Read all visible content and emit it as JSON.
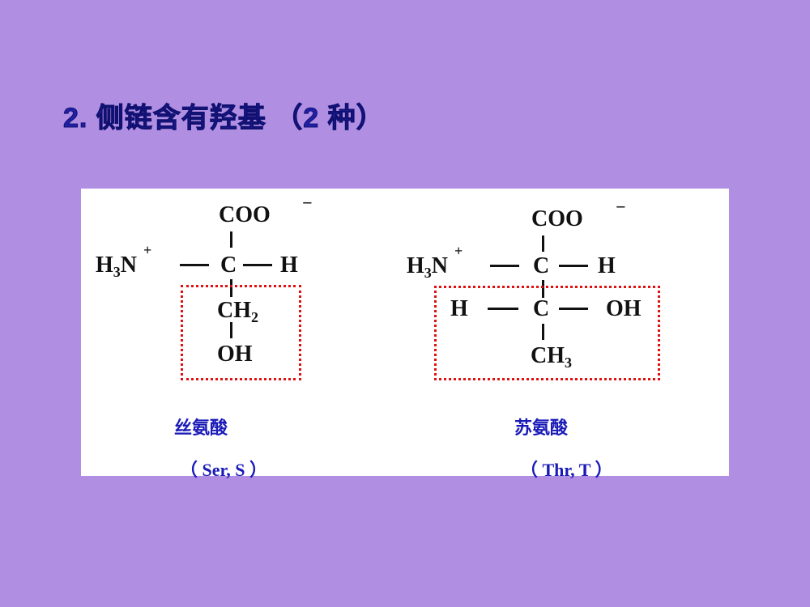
{
  "slide": {
    "title": "2. 侧链含有羟基 （2 种）"
  },
  "molecules": [
    {
      "name": "丝氨酸",
      "abbr": "（ Ser, S ）",
      "top": "COO",
      "top_charge": "−",
      "amine": "H",
      "amine_sub": "3",
      "amine_n": "N",
      "amine_charge": "+",
      "c": "C",
      "h": "H",
      "side1": "CH",
      "side1_sub": "2",
      "side2": "OH"
    },
    {
      "name": "苏氨酸",
      "abbr": "（ Thr, T ）",
      "top": "COO",
      "top_charge": "−",
      "amine": "H",
      "amine_sub": "3",
      "amine_n": "N",
      "amine_charge": "+",
      "c": "C",
      "h": "H",
      "row2_h": "H",
      "row2_c": "C",
      "row2_oh": "OH",
      "side": "CH",
      "side_sub": "3"
    }
  ],
  "colors": {
    "background": "#b08fe3",
    "title": "#2020a8",
    "highlight_box": "#e01010",
    "label": "#1a1ab8"
  }
}
